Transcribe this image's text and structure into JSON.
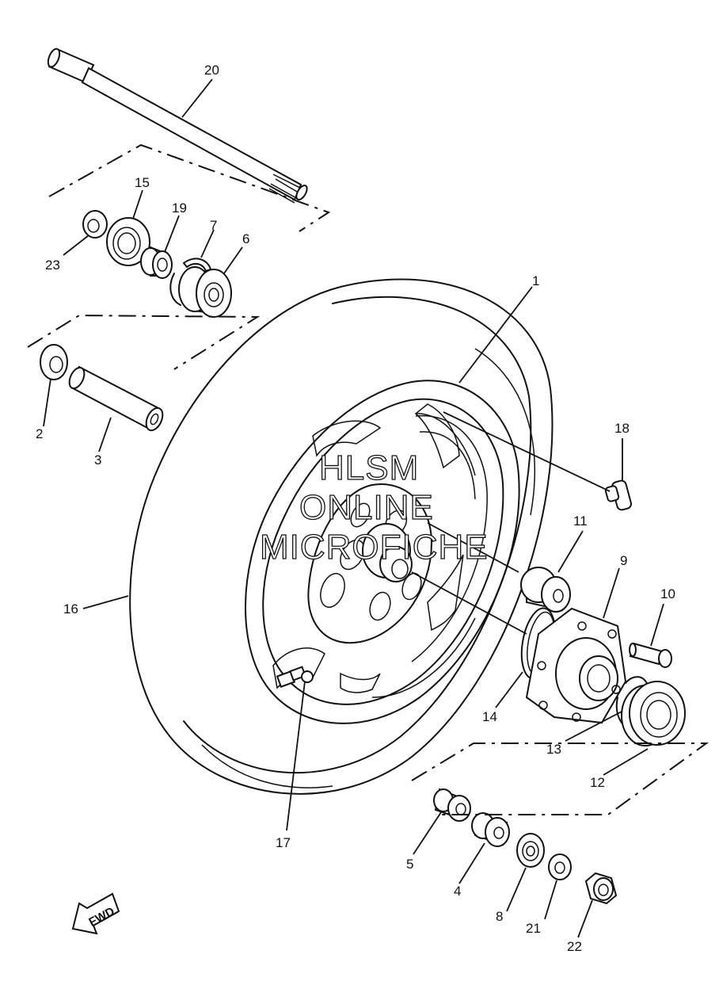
{
  "watermark": {
    "line1": "HLSM",
    "line2": "ONLINE",
    "line3": "MICROFICHE"
  },
  "fwd_label": "FWD",
  "callouts": [
    {
      "id": "1",
      "part": "wheel"
    },
    {
      "id": "2",
      "part": "oil-seal"
    },
    {
      "id": "3",
      "part": "spacer"
    },
    {
      "id": "4",
      "part": "collar"
    },
    {
      "id": "5",
      "part": "collar"
    },
    {
      "id": "6",
      "part": "bearing"
    },
    {
      "id": "7",
      "part": "circlip"
    },
    {
      "id": "8",
      "part": "bearing"
    },
    {
      "id": "9",
      "part": "clutch-hub"
    },
    {
      "id": "10",
      "part": "bolt"
    },
    {
      "id": "11",
      "part": "damper"
    },
    {
      "id": "12",
      "part": "bearing"
    },
    {
      "id": "13",
      "part": "circlip"
    },
    {
      "id": "14",
      "part": "o-ring"
    },
    {
      "id": "15",
      "part": "oil-seal"
    },
    {
      "id": "16",
      "part": "tire"
    },
    {
      "id": "17",
      "part": "valve"
    },
    {
      "id": "18",
      "part": "balance-weight"
    },
    {
      "id": "19",
      "part": "collar"
    },
    {
      "id": "20",
      "part": "axle"
    },
    {
      "id": "21",
      "part": "washer"
    },
    {
      "id": "22",
      "part": "nut"
    },
    {
      "id": "23",
      "part": "washer"
    }
  ]
}
